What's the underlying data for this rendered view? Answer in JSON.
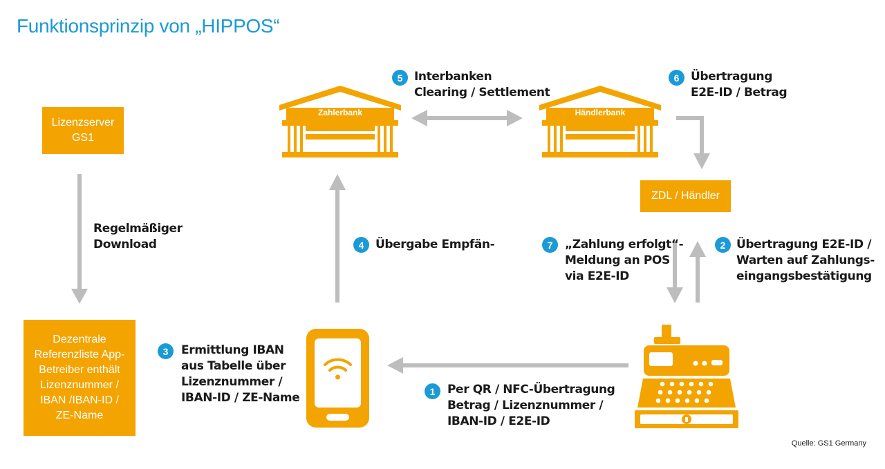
{
  "title": "Funktionsprinzip von „HIPPOS“",
  "boxes": {
    "license_server": "Lizenzserver\nGS1",
    "reference_list": "Dezentrale\nReferenzliste App-\nBetreiber enthält\nLizenznummer /\nIBAN /IBAN-ID /\nZE-Name",
    "zdl": "ZDL / Händler"
  },
  "banks": {
    "payer": "Zahlerbank",
    "merchant": "Händlerbank"
  },
  "download_label": "Regelmäßiger\nDownload",
  "steps": [
    {
      "num": "1",
      "text": "Per QR / NFC-Übertragung\nBetrag / Lizenznummer /\nIBAN-ID / E2E-ID"
    },
    {
      "num": "2",
      "text": "Übertragung E2E-ID /\nWarten auf Zahlungs-\neingangsbestätigung"
    },
    {
      "num": "3",
      "text": "Ermittlung IBAN\naus Tabelle über\nLizenznummer /\nIBAN-ID / ZE-Name"
    },
    {
      "num": "4",
      "text": "Übergabe Empfän-"
    },
    {
      "num": "5",
      "text": "Interbanken\nClearing / Settlement"
    },
    {
      "num": "6",
      "text": "Übertragung\nE2E-ID / Betrag"
    },
    {
      "num": "7",
      "text": "„Zahlung erfolgt“-\nMeldung an POS\nvia E2E-ID"
    }
  ],
  "source": "Quelle: GS1 Germany",
  "colors": {
    "accent_orange": "#f3a400",
    "accent_blue": "#1a9ad6",
    "arrow_gray": "#bdbdbd"
  },
  "icons": [
    "bank-building-icon",
    "smartphone-icon",
    "wifi-icon",
    "cash-register-icon"
  ]
}
